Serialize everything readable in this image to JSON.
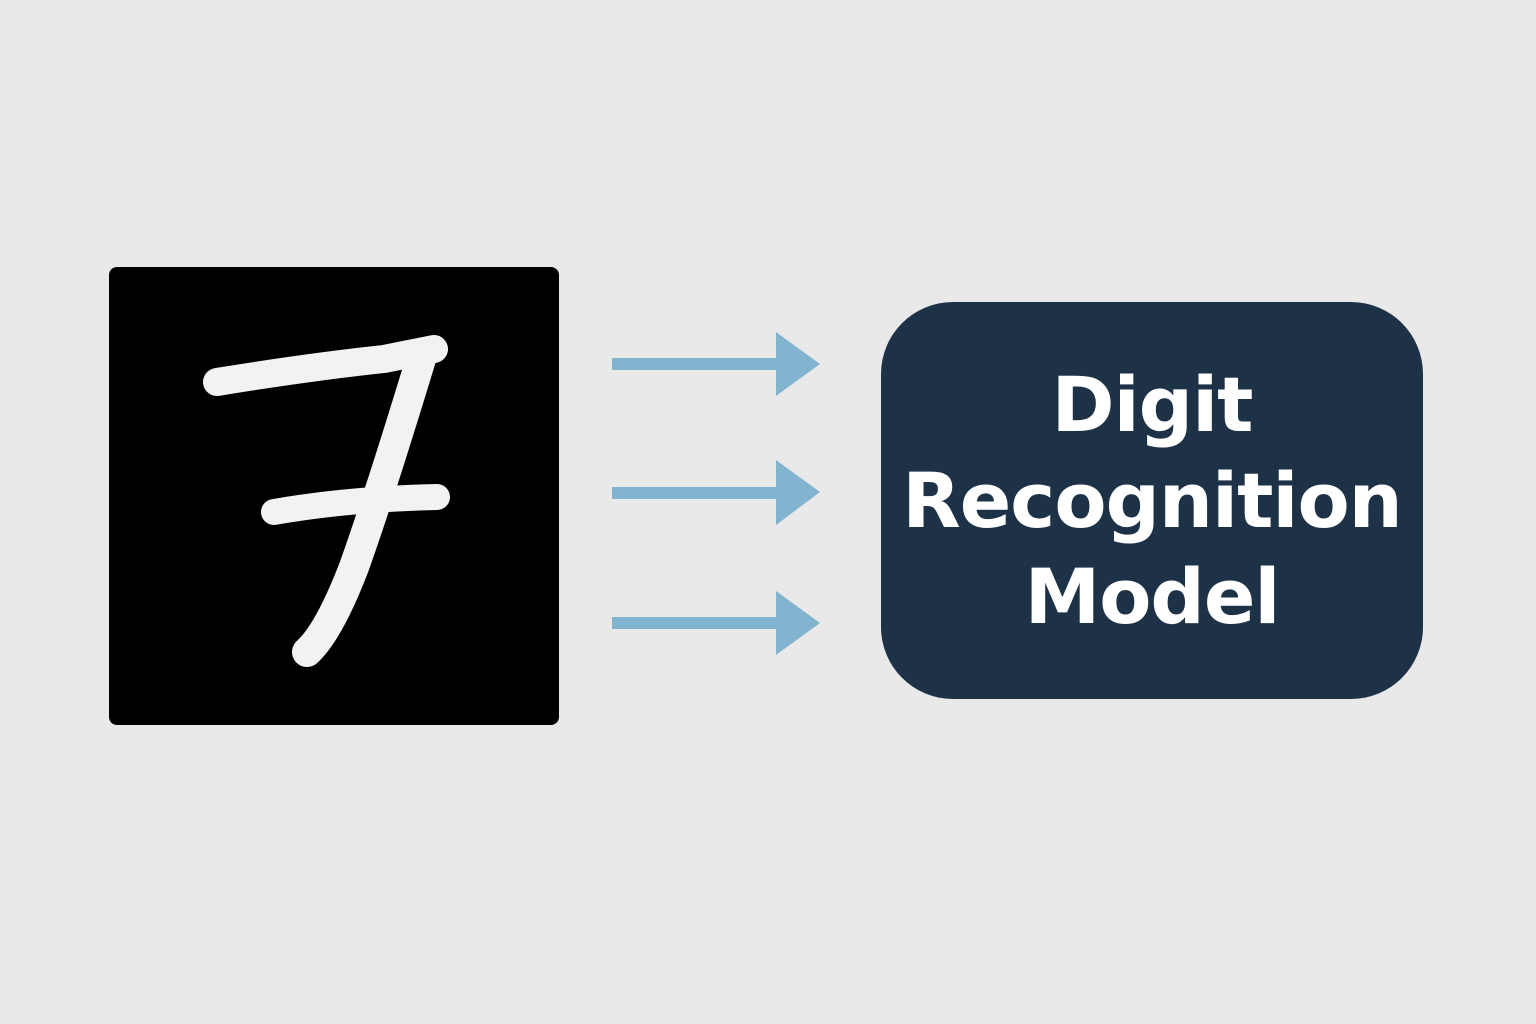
{
  "input": {
    "icon": "handwritten-digit-seven",
    "background_color": "#000000",
    "stroke_color": "#f2f2f2"
  },
  "arrows": {
    "count": 3,
    "color": "#82b4d0"
  },
  "model": {
    "label_lines": [
      "Digit",
      "Recognition",
      "Model"
    ],
    "background_color": "#1e3247",
    "text_color": "#ffffff"
  },
  "page": {
    "background_color": "#e9e9e9"
  }
}
